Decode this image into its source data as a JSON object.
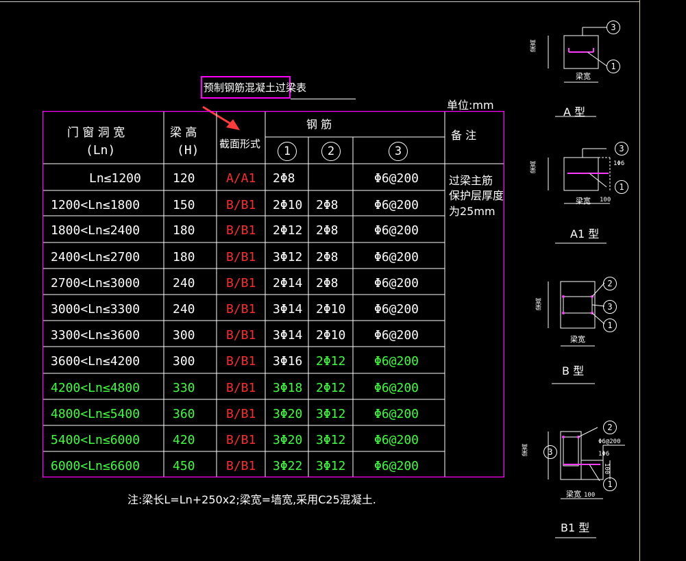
{
  "table": {
    "title": "预制钢筋混凝土过梁表",
    "unit": "单位:mm",
    "headers": {
      "opening": "门 窗 洞 宽",
      "opening_sub": "(Ln)",
      "height": "梁  高",
      "height_sub": "(H)",
      "section": "截面形式",
      "rebar": "钢      筋",
      "rebar1": "1",
      "rebar2": "2",
      "rebar3": "3",
      "remark": "备  注"
    },
    "remark_lines": [
      "过梁主筋",
      "保护层厚度",
      "为25mm"
    ],
    "rows": [
      {
        "opening": "Ln≤1200",
        "h": "120",
        "section": "A/A1",
        "r1": "2Φ8",
        "r2": "",
        "r3": "Φ6@200",
        "color": "white"
      },
      {
        "opening": "1200<Ln≤1800",
        "h": "150",
        "section": "B/B1",
        "r1": "2Φ10",
        "r2": "2Φ8",
        "r3": "Φ6@200",
        "color": "white"
      },
      {
        "opening": "1800<Ln≤2400",
        "h": "180",
        "section": "B/B1",
        "r1": "2Φ12",
        "r2": "2Φ8",
        "r3": "Φ6@200",
        "color": "white"
      },
      {
        "opening": "2400<Ln≤2700",
        "h": "180",
        "section": "B/B1",
        "r1": "3Φ12",
        "r2": "2Φ8",
        "r3": "Φ6@200",
        "color": "white"
      },
      {
        "opening": "2700<Ln≤3000",
        "h": "240",
        "section": "B/B1",
        "r1": "2Φ14",
        "r2": "2Φ8",
        "r3": "Φ6@200",
        "color": "white"
      },
      {
        "opening": "3000<Ln≤3300",
        "h": "240",
        "section": "B/B1",
        "r1": "3Φ14",
        "r2": "2Φ10",
        "r3": "Φ6@200",
        "color": "white"
      },
      {
        "opening": "3300<Ln≤3600",
        "h": "300",
        "section": "B/B1",
        "r1": "3Φ14",
        "r2": "2Φ10",
        "r3": "Φ6@200",
        "color": "white"
      },
      {
        "opening": "3600<Ln≤4200",
        "h": "300",
        "section": "B/B1",
        "r1": "3Φ16",
        "r2": "2Φ12",
        "r3": "Φ6@200",
        "color": "mixed"
      },
      {
        "opening": "4200<Ln≤4800",
        "h": "330",
        "section": "B/B1",
        "r1": "3Φ18",
        "r2": "2Φ12",
        "r3": "Φ6@200",
        "color": "green"
      },
      {
        "opening": "4800<Ln≤5400",
        "h": "360",
        "section": "B/B1",
        "r1": "3Φ20",
        "r2": "3Φ12",
        "r3": "Φ6@200",
        "color": "green"
      },
      {
        "opening": "5400<Ln≤6000",
        "h": "420",
        "section": "B/B1",
        "r1": "3Φ20",
        "r2": "3Φ12",
        "r3": "Φ6@200",
        "color": "green"
      },
      {
        "opening": "6000<Ln≤6600",
        "h": "450",
        "section": "B/B1",
        "r1": "3Φ22",
        "r2": "3Φ12",
        "r3": "Φ6@200",
        "color": "green"
      }
    ],
    "note": "注:梁长L=Ln+250x2;梁宽=墙宽,采用C25混凝土."
  },
  "sections": {
    "A": {
      "label": "A 型",
      "width": "梁宽",
      "height": "梁高",
      "c1": "1",
      "c3": "3"
    },
    "A1": {
      "label": "A1 型",
      "width": "梁宽",
      "height": "梁高",
      "dim100": "100",
      "spec": "1Φ6",
      "c1": "1",
      "c3": "3"
    },
    "B": {
      "label": "B 型",
      "width": "梁宽",
      "height": "梁高",
      "c1": "1",
      "c2": "2",
      "c3": "3"
    },
    "B1": {
      "label": "B1 型",
      "width": "梁宽",
      "height": "梁高",
      "dim100": "100",
      "spec": "1Φ6",
      "spec2": "Φ6@200",
      "c1": "1",
      "c2": "2",
      "c3": "3"
    }
  },
  "colors": {
    "frame": "#ff00ff",
    "red": "#ff2a2a",
    "green": "#3cff3c",
    "title_box": "#ff00ff",
    "arrow": "#ff3b3b"
  }
}
